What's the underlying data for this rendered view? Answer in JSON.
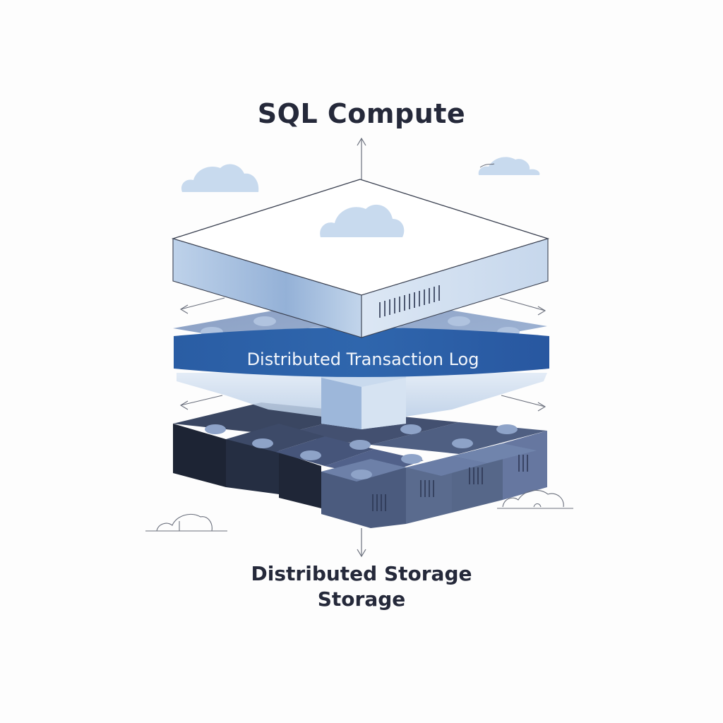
{
  "diagram": {
    "top_label": "SQL Compute",
    "middle_label": "Distributed Transaction Log",
    "bottom_label_line1": "Distributed Storage",
    "bottom_label_line2": "Storage",
    "colors": {
      "compute_top": "#ffffff",
      "compute_front": "#a8c1df",
      "compute_side": "#c5d7ec",
      "log_band": "#2d62a8",
      "log_band_text": "#f4f7fc",
      "storage_dark": "#1e2536",
      "storage_mid": "#3d4a68",
      "storage_light": "#5a6b8e",
      "cloud": "#c8daee",
      "ink": "#25293a",
      "line": "#6a6f7c"
    },
    "icons": [
      "cloud-icon",
      "arrow-up-icon",
      "arrow-down-icon",
      "bidirectional-arrow-icon",
      "vent-icon"
    ]
  }
}
